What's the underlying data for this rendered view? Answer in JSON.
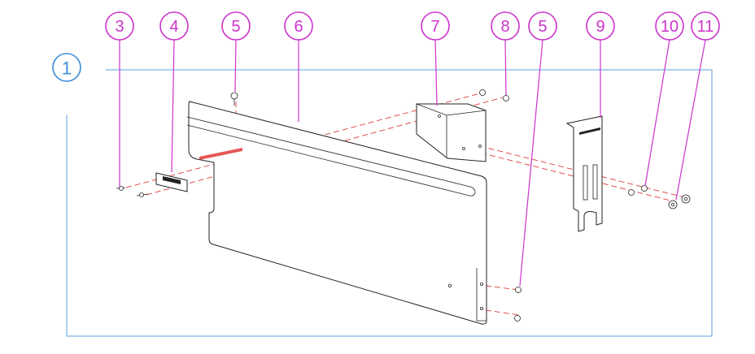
{
  "frame": {
    "label": "1"
  },
  "callouts": [
    {
      "id": "c3",
      "label": "3"
    },
    {
      "id": "c4",
      "label": "4"
    },
    {
      "id": "c5a",
      "label": "5"
    },
    {
      "id": "c6",
      "label": "6"
    },
    {
      "id": "c7",
      "label": "7"
    },
    {
      "id": "c8",
      "label": "8"
    },
    {
      "id": "c5b",
      "label": "5"
    },
    {
      "id": "c9",
      "label": "9"
    },
    {
      "id": "c10",
      "label": "10"
    },
    {
      "id": "c11",
      "label": "11"
    }
  ],
  "colors": {
    "callout": "#cc33cc",
    "frame": "#3b8fd9",
    "assembly_line": "#e03a3a",
    "part_outline": "#222222"
  }
}
